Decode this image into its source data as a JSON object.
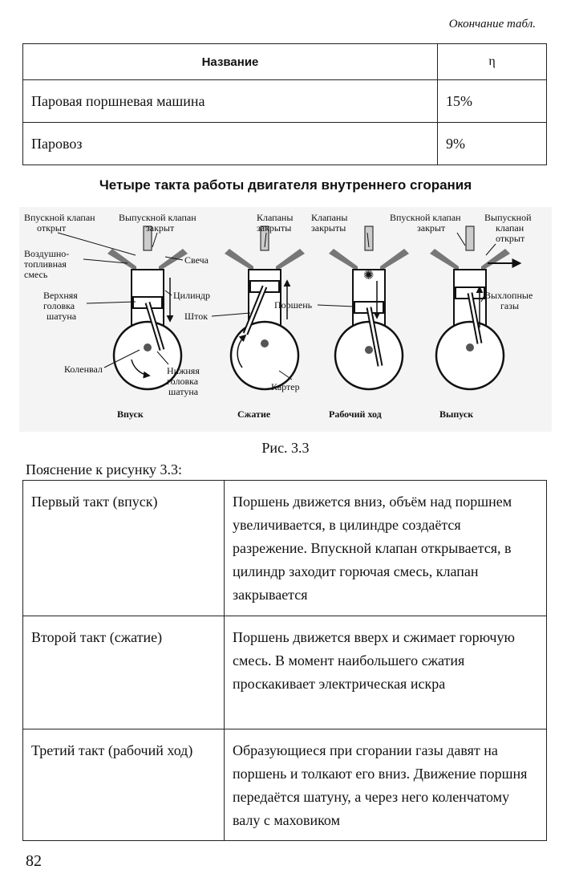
{
  "header": {
    "continuation": "Окончание табл."
  },
  "efficiency_table": {
    "headers": [
      "Название",
      "η"
    ],
    "rows": [
      [
        "Паровая поршневая машина",
        "15%"
      ],
      [
        "Паровоз",
        "9%"
      ]
    ]
  },
  "figure": {
    "title": "Четыре такта работы двигателя внутреннего сгорания",
    "labels": {
      "intake_open": [
        "Впускной клапан",
        "открыт"
      ],
      "exhaust_closed": [
        "Выпускной клапан",
        "закрыт"
      ],
      "valves_closed_1": [
        "Клапаны",
        "закрыты"
      ],
      "valves_closed_2": [
        "Клапаны",
        "закрыты"
      ],
      "intake_closed": [
        "Впускной клапан",
        "закрыт"
      ],
      "exhaust_open": [
        "Выпускной",
        "клапан",
        "открыт"
      ],
      "fuel_mix": [
        "Воздушно-",
        "топливная",
        "смесь"
      ],
      "spark_plug": "Свеча",
      "cylinder": "Цилиндр",
      "upper_rod": [
        "Верхняя",
        "головка",
        "шатуна"
      ],
      "rod": "Шток",
      "piston": "Поршень",
      "exhaust_gases": [
        "Выхлопные",
        "газы"
      ],
      "crankshaft": "Коленвал",
      "lower_rod": [
        "Нижняя",
        "головка",
        "шатуна"
      ],
      "crankcase": "Картер"
    },
    "strokes": [
      "Впуск",
      "Сжатие",
      "Рабочий ход",
      "Выпуск"
    ],
    "caption": "Рис. 3.3"
  },
  "explanation": {
    "title": "Пояснение к рисунку 3.3:",
    "rows": [
      {
        "name": "Первый такт (впуск)",
        "text": "Поршень движется вниз, объём над поршнем увеличивается, в цилиндре создаётся разрежение. Впускной клапан открывается, в цилиндр заходит горючая смесь, клапан закрывается"
      },
      {
        "name": "Второй такт (сжатие)",
        "text": "Поршень движется вверх и сжимает горючую смесь. В момент наибольшего сжатия проскакивает электрическая искра"
      },
      {
        "name": "Третий такт (рабочий ход)",
        "text": "Образующиеся при сгорании газы давят на поршень и толкают его вниз. Движение поршня передаётся шатуну, а через него коленчатому валу с маховиком"
      }
    ]
  },
  "page_number": "82"
}
